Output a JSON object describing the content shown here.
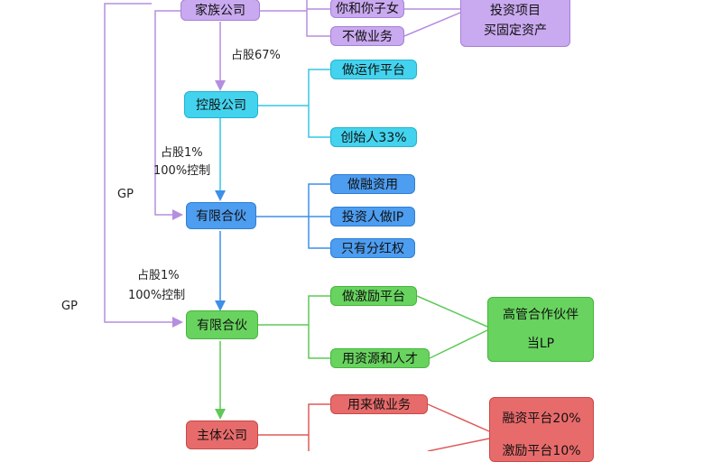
{
  "nodes": {
    "family_company": "家族公司",
    "you_and_kids": "你和你子女",
    "no_business": "不做业务",
    "invest_projects": "投资项目",
    "buy_fixed_assets": "买固定资产",
    "holding_company": "控股公司",
    "operating_platform": "做运作平台",
    "founder_33": "创始人33%",
    "lp1": "有限合伙",
    "financing_use": "做融资用",
    "investor_lp": "投资人做lP",
    "dividend_only": "只有分红权",
    "lp2": "有限合伙",
    "incentive_platform": "做激励平台",
    "resources_talent": "用资源和人才",
    "senior_partner_line1": "高管合作伙伴",
    "senior_partner_line2": "当LP",
    "main_company": "主体公司",
    "for_business": "用来做业务",
    "financing_platform_20": "融资平台20%",
    "incentive_platform_10": "激励平台10%"
  },
  "edge_labels": {
    "share_67": "占股67%",
    "share_1_a_line1": "占股1%",
    "share_1_a_line2": "100%控制",
    "share_1_b_line1": "占股1%",
    "share_1_b_line2": "100%控制",
    "gp_inner": "GP",
    "gp_outer": "GP"
  },
  "colors": {
    "purple": "#c9a9ef",
    "cyan": "#43d3ee",
    "blue": "#4d9df0",
    "green": "#68d45f",
    "red": "#e86b6b",
    "purple_line": "#b58ee0",
    "cyan_line": "#33c7e3",
    "blue_line": "#3d8fe8",
    "green_line": "#5fc957",
    "red_line": "#df5a5a"
  }
}
